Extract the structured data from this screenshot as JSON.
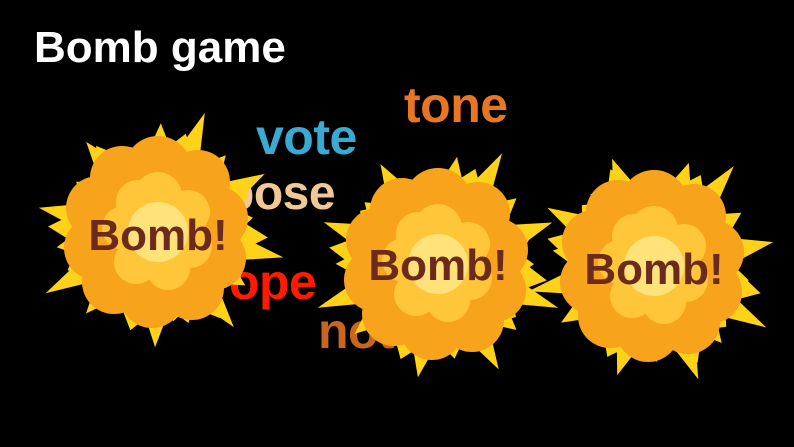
{
  "game": {
    "title": "Bomb game",
    "words": [
      {
        "text": "tone",
        "color": "#e87722"
      },
      {
        "text": "vote",
        "color": "#3aaad2"
      },
      {
        "text": "pose",
        "color": "#f2c894"
      },
      {
        "text": "rope",
        "color": "#ff1a00"
      },
      {
        "text": "note",
        "color": "#c8651e"
      }
    ],
    "bombs": [
      {
        "label": "Bomb!"
      },
      {
        "label": "Bomb!"
      },
      {
        "label": "Bomb!"
      }
    ]
  },
  "colors": {
    "background": "#000000",
    "title": "#ffffff",
    "bomb_label": "#6b2a1c",
    "burst_outer": "#ffd21a",
    "burst_mid": "#f7a31c",
    "burst_inner": "#ffc63a",
    "burst_core": "#ffe27a"
  },
  "icons": {
    "bomb": "explosion-burst-icon"
  }
}
